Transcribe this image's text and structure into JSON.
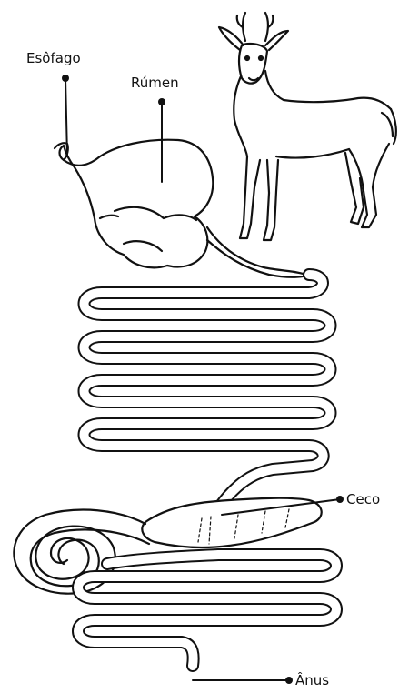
{
  "labels": {
    "esofago": "Esôfago",
    "rumen": "Rúmen",
    "ceco": "Ceco",
    "anus": "Ânus"
  },
  "colors": {
    "ink": "#111111",
    "paper": "#ffffff"
  },
  "icons": {
    "deer": "deer-illustration-icon"
  }
}
